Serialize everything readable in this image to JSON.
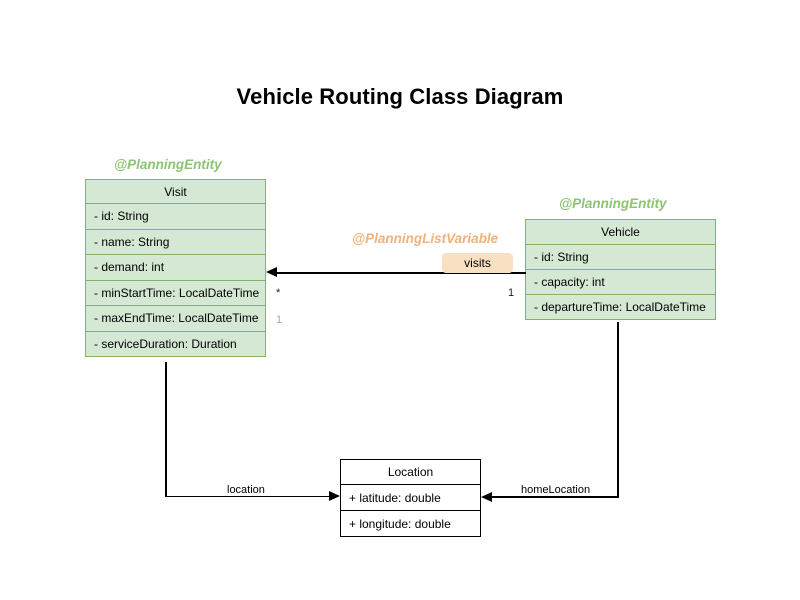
{
  "diagram": {
    "title": "Vehicle Routing Class Diagram",
    "colors": {
      "entity_fill": "#d5e8d4",
      "entity_border": "#82b366",
      "entity_stereotype_text": "#8cc474",
      "list_variable_stereotype_text": "#f0b27a",
      "badge_fill": "#fae0c3",
      "plain_fill": "#ffffff",
      "plain_border": "#000000",
      "line": "#000000",
      "muted_multiplicity": "#b49dd0",
      "background": "#ffffff"
    }
  },
  "classes": {
    "visit": {
      "stereotype": "@PlanningEntity",
      "name": "Visit",
      "attributes": [
        "- id: String",
        "- name: String",
        "- demand: int",
        "- minStartTime: LocalDateTime",
        "- maxEndTime: LocalDateTime",
        "- serviceDuration: Duration"
      ]
    },
    "vehicle": {
      "stereotype": "@PlanningEntity",
      "name": "Vehicle",
      "attributes": [
        "- id: String",
        "- capacity: int",
        "- departureTime: LocalDateTime"
      ]
    },
    "location": {
      "name": "Location",
      "attributes": [
        "+ latitude: double",
        "+ longitude: double"
      ]
    }
  },
  "relations": {
    "visits": {
      "stereotype": "@PlanningListVariable",
      "label": "visits",
      "source_multiplicity": "1",
      "target_multiplicity": "*",
      "target_secondary_multiplicity": "1"
    },
    "location": {
      "label": "location"
    },
    "home_location": {
      "label": "homeLocation"
    }
  }
}
